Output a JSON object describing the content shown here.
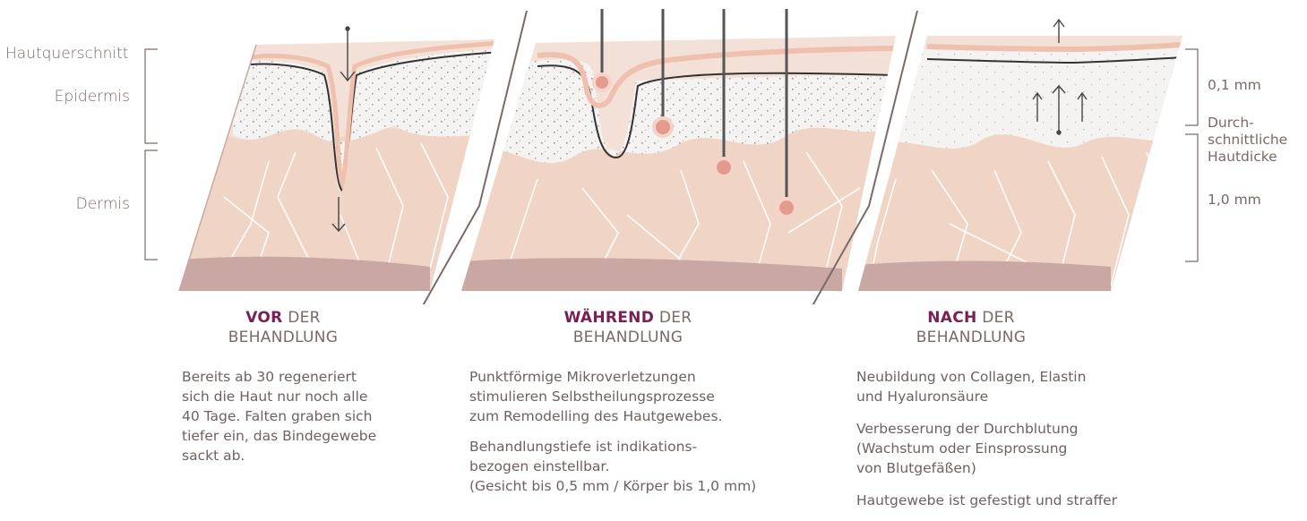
{
  "colors": {
    "accent": "#7a1f55",
    "dermis": "#f0d8cc",
    "dermis_dark": "#c9a8a4",
    "epidermis": "#f3f1f0",
    "stratum": "#efc0ad",
    "text": "#7a6a66",
    "lines": "#555555"
  },
  "left_labels": {
    "hautquerschnitt": "Hautquerschnitt",
    "epidermis": "Epidermis",
    "dermis": "Dermis"
  },
  "right_labels": {
    "epi_thickness": "0,1 mm",
    "avg_thickness": "Durch-\nschnittliche\nHautdicke",
    "dermis_thickness": "1,0 mm"
  },
  "panels": [
    {
      "title_highlight": "VOR",
      "title_rest": " DER",
      "title_line2": "BEHANDLUNG",
      "paragraphs": [
        "Bereits ab 30 regeneriert\nsich die Haut nur noch alle\n40 Tage. Falten graben sich\ntiefer ein, das Bindegewebe\nsackt ab."
      ]
    },
    {
      "title_highlight": "WÄHREND",
      "title_rest": " DER",
      "title_line2": "BEHANDLUNG",
      "paragraphs": [
        "Punktförmige Mikroverletzungen\nstimulieren Selbstheilungsprozesse\nzum Remodelling des Hautgewebes.",
        "Behandlungstiefe ist indikations-\nbezogen einstellbar.\n(Gesicht bis 0,5 mm / Körper bis 1,0 mm)"
      ]
    },
    {
      "title_highlight": "NACH",
      "title_rest": " DER",
      "title_line2": "BEHANDLUNG",
      "paragraphs": [
        "Neubildung von Collagen, Elastin\nund Hyaluronsäure",
        "Verbesserung der Durchblutung\n(Wachstum oder Einsprossung\nvon Blutgefäßen)",
        "Hautgewebe ist gefestigt und straffer"
      ]
    }
  ]
}
